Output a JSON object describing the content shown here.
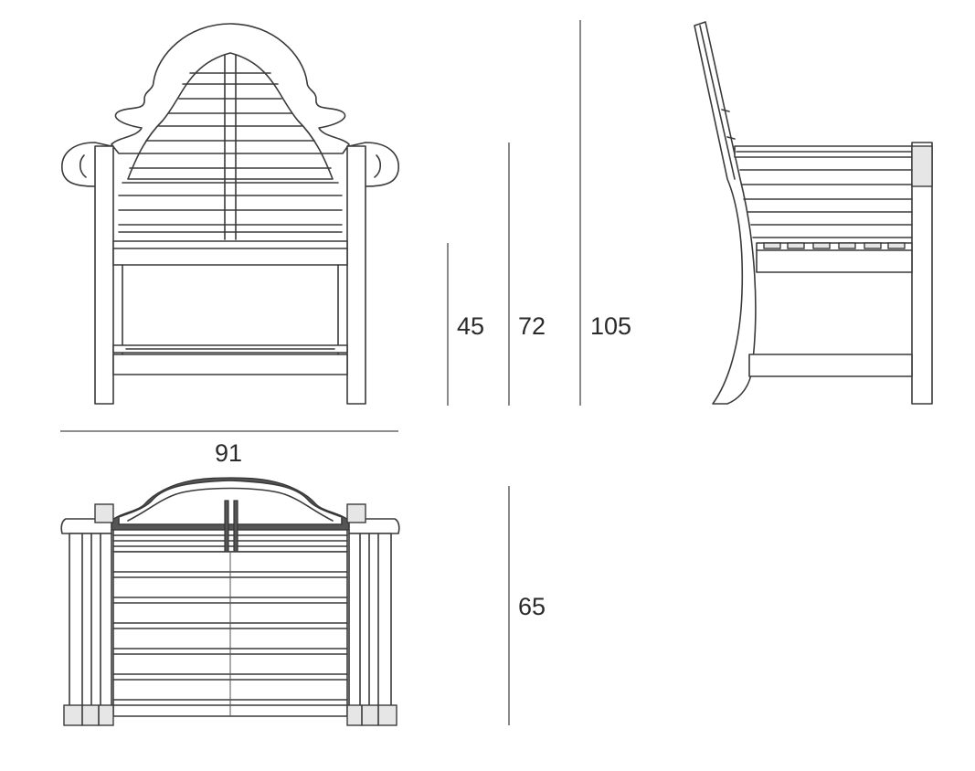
{
  "dimensions": {
    "width": "91",
    "seat_height": "45",
    "arm_height": "72",
    "total_height": "105",
    "depth": "65"
  }
}
